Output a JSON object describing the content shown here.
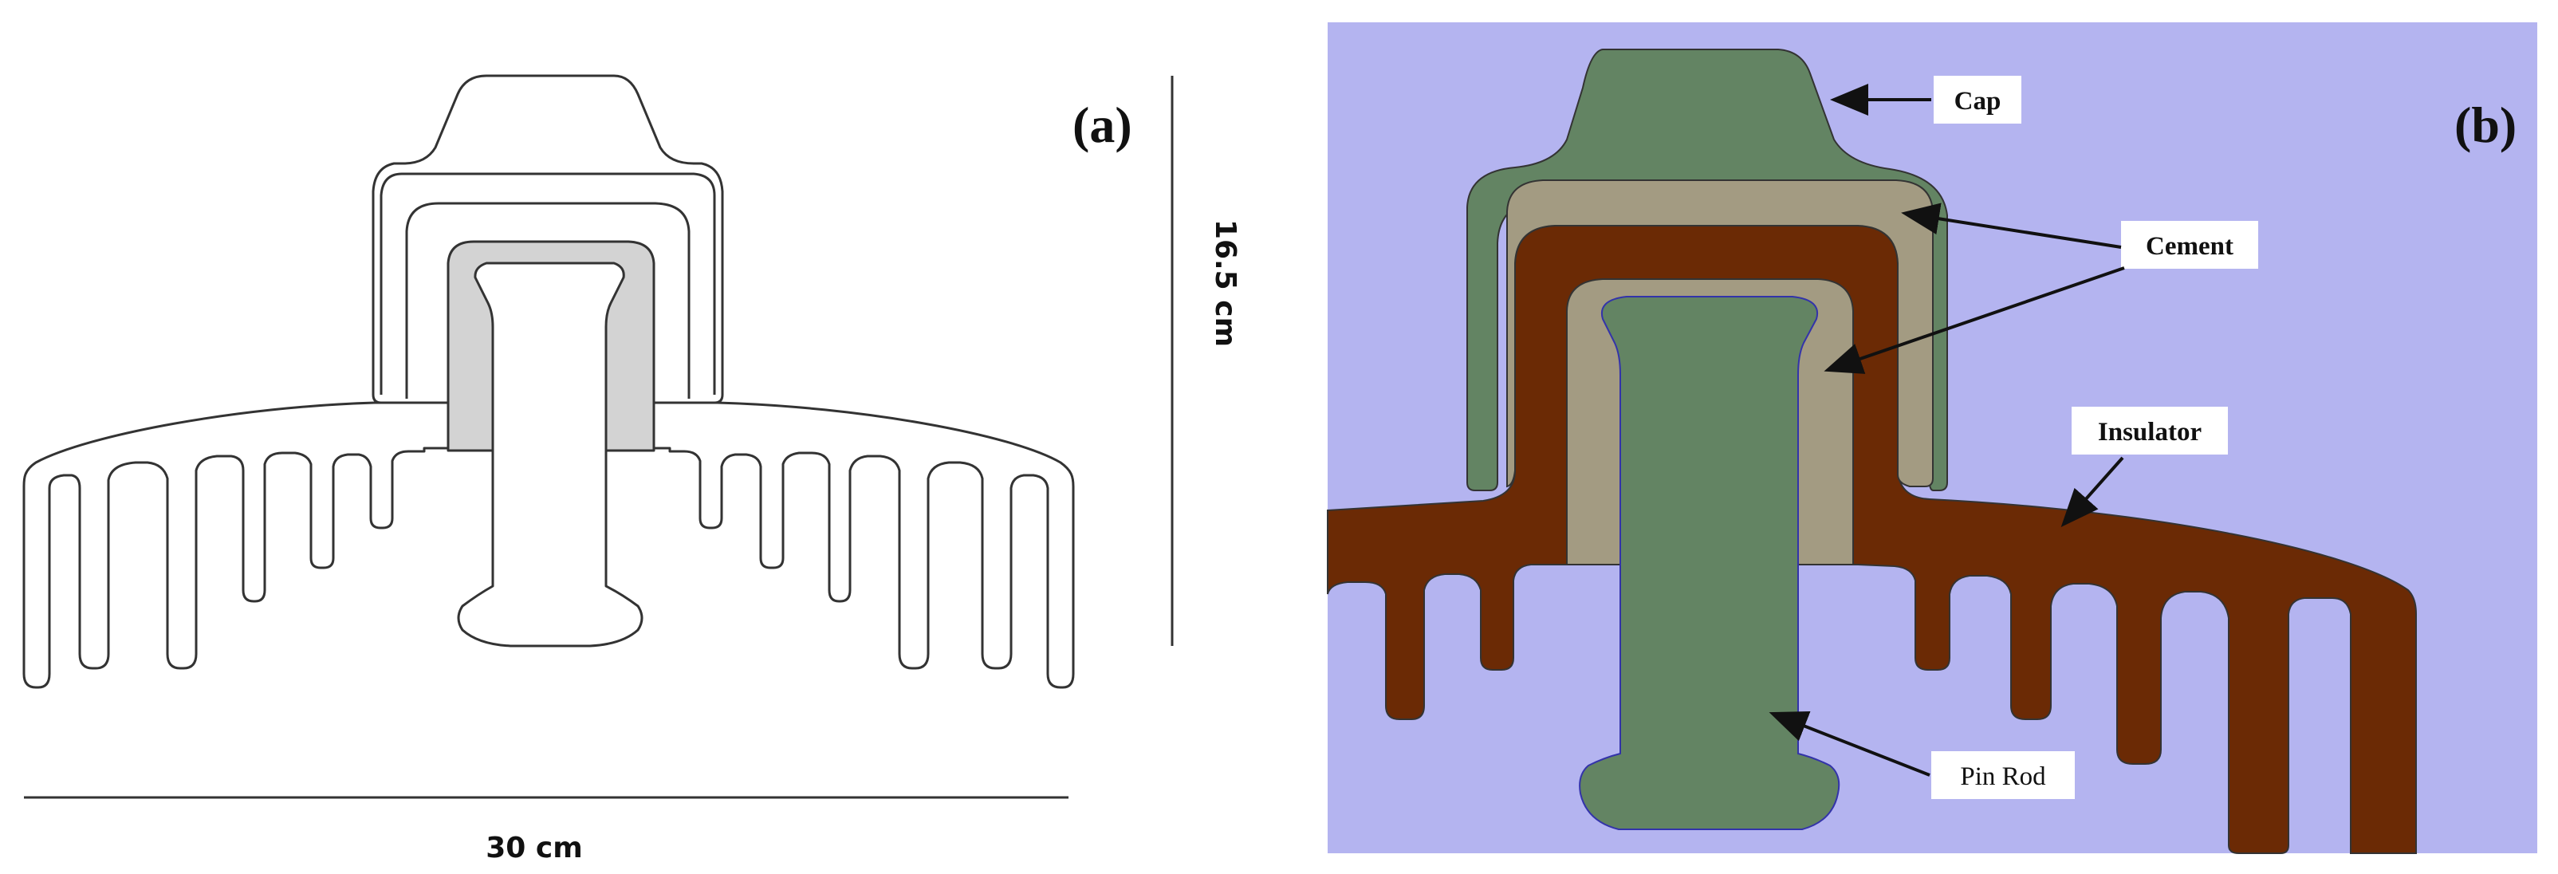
{
  "panel_a": {
    "tag": "(a)",
    "height_dimension": "16.5 cm",
    "width_dimension": "30 cm"
  },
  "panel_b": {
    "tag": "(b)",
    "labels": {
      "cap": "Cap",
      "cement": "Cement",
      "insulator": "Insulator",
      "pin_rod": "Pin Rod"
    }
  },
  "colors": {
    "background_b": "#b4b4f0",
    "cap_and_pin": "#638463",
    "cement": "#a39b82",
    "insulator": "#6b2a05",
    "cement_a": "#d3d3d3",
    "outline": "#333333"
  }
}
